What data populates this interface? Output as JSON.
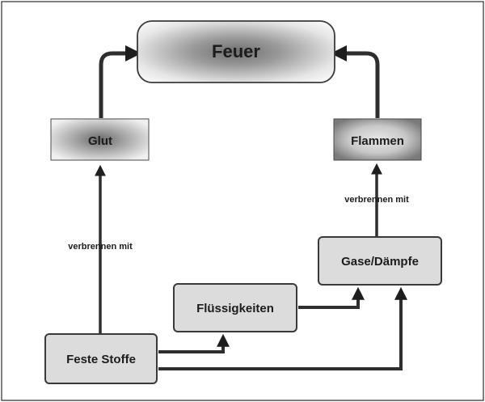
{
  "nodes": {
    "feuer": "Feuer",
    "glut": "Glut",
    "flammen": "Flammen",
    "gase": "Gase/Dämpfe",
    "fluessig": "Flüssigkeiten",
    "feste": "Feste Stoffe"
  },
  "edge_labels": {
    "left": "verbrennen mit",
    "right": "verbrennen mit"
  },
  "colors": {
    "border": "#3a3a3a",
    "arrow": "#2e2e2e",
    "box_fill": "#dcdcdc",
    "glow_dark": "#6a6a6a",
    "frame": "#555555"
  }
}
